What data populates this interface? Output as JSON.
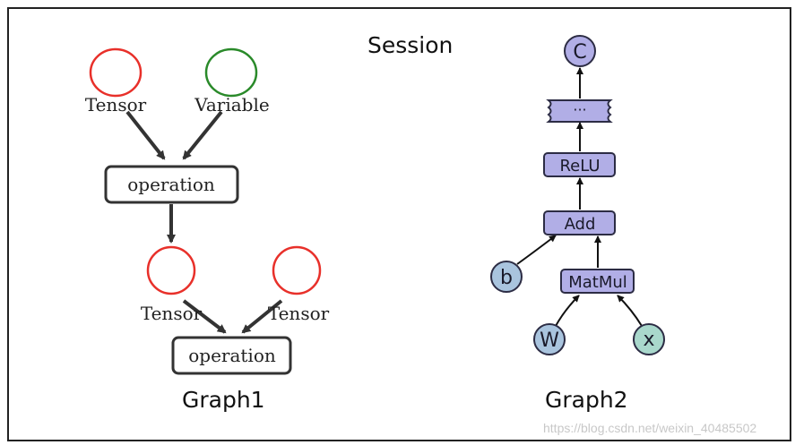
{
  "session_title": "Session",
  "graph1": {
    "label": "Graph1",
    "nodes": {
      "tensor_top": "Tensor",
      "variable": "Variable",
      "operation_top": "operation",
      "tensor_mid": "Tensor",
      "tensor_right": "Tensor",
      "operation_bottom": "operation"
    }
  },
  "graph2": {
    "label": "Graph2",
    "nodes": {
      "c": "C",
      "ellipsis": "···",
      "relu": "ReLU",
      "add": "Add",
      "b": "b",
      "matmul": "MatMul",
      "w": "W",
      "x": "x"
    }
  },
  "watermark": "https://blog.csdn.net/weixin_40485502",
  "colors": {
    "frame": "#222222",
    "tensor_ring": "#e8302a",
    "variable_ring": "#2a8a2a",
    "arrow": "#333333",
    "node_fill": "#b1aee6",
    "node_stroke": "#2c2c44",
    "blue_circle": "#a9c4de",
    "teal_circle": "#a9d8cc"
  }
}
